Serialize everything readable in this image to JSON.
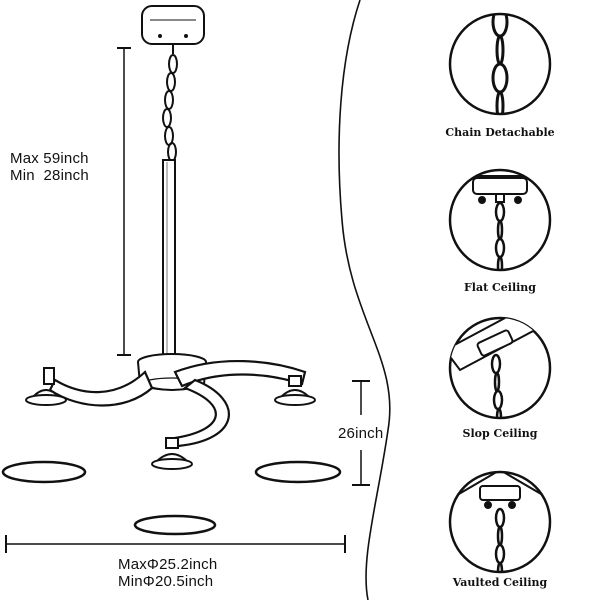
{
  "dimensions": {
    "height_max": "Max 59inch",
    "height_min": "Min  28inch",
    "arm_height": "26inch",
    "width_max": "MaxΦ25.2inch",
    "width_min": "MinΦ20.5inch"
  },
  "installation": [
    {
      "caption": "Chain Detachable"
    },
    {
      "caption": "Flat Ceiling"
    },
    {
      "caption": "Slop Ceiling"
    },
    {
      "caption": "Vaulted Ceiling"
    }
  ],
  "colors": {
    "line": "#111111",
    "background": "#ffffff"
  }
}
